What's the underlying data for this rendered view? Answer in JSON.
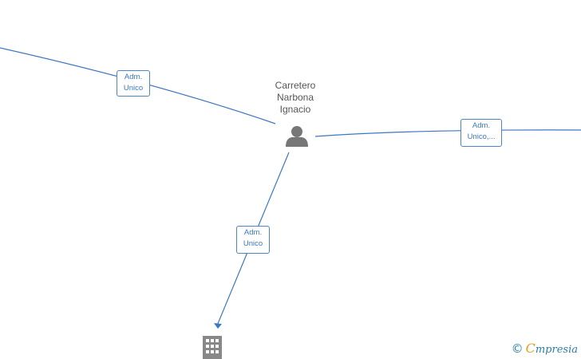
{
  "person": {
    "name_lines": [
      "Carretero",
      "Narbona",
      "Ignacio"
    ],
    "icon": "person-icon",
    "color": "#777777"
  },
  "company": {
    "icon": "building-icon",
    "color": "#888888"
  },
  "edges": [
    {
      "id": "left",
      "label_lines": [
        "Adm.",
        "Unico"
      ]
    },
    {
      "id": "right",
      "label_lines": [
        "Adm.",
        "Unico,..."
      ]
    },
    {
      "id": "down",
      "label_lines": [
        "Adm.",
        "Unico"
      ]
    }
  ],
  "edge_color": "#3a78c2",
  "footer": {
    "symbol": "©",
    "brand_initial": "C",
    "brand_rest": "mpresia"
  }
}
